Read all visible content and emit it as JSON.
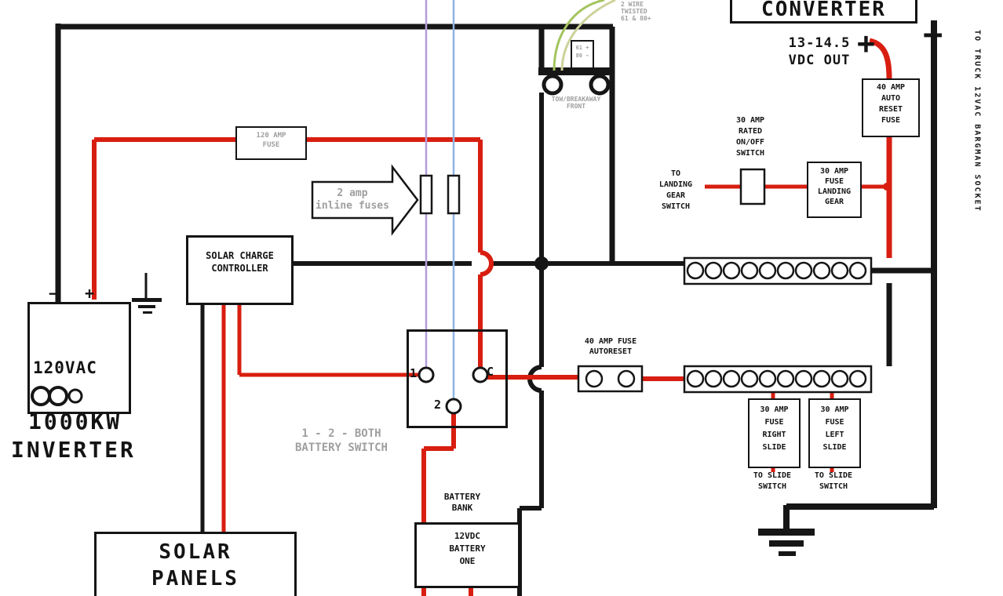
{
  "colors": {
    "wire_red": "#d81e10",
    "wire_black": "#161616",
    "wire_purple": "#b39dd8",
    "wire_blue": "#8fb3e3",
    "wire_green": "#a3c45e",
    "wire_olive": "#cdd29b",
    "muted_gray": "#9f9f9f"
  },
  "converter": {
    "title": "CONVERTER",
    "output": [
      "13-14.5",
      "VDC OUT"
    ],
    "plus": "+",
    "minus": "−"
  },
  "bargman": {
    "label": "TO TRUCK 12VAC BARGMAN SOCKET"
  },
  "auto_reset_fuse": {
    "lines": [
      "40 AMP",
      "AUTO",
      "RESET",
      "FUSE"
    ]
  },
  "onoff_switch": {
    "lines": [
      "30 AMP",
      "RATED",
      "ON/OFF",
      "SWITCH"
    ]
  },
  "to_landing_gear": {
    "lines": [
      "TO",
      "LANDING",
      "GEAR",
      "SWITCH"
    ]
  },
  "landing_gear_fuse": {
    "lines": [
      "30 AMP",
      "FUSE",
      "LANDING",
      "GEAR"
    ]
  },
  "autoreset_40_fuse": {
    "lines": [
      "40 AMP FUSE",
      "AUTORESET"
    ]
  },
  "right_slide_fuse": {
    "lines": [
      "30 AMP",
      "FUSE",
      "RIGHT",
      "SLIDE"
    ]
  },
  "left_slide_fuse": {
    "lines": [
      "30 AMP",
      "FUSE",
      "LEFT",
      "SLIDE"
    ]
  },
  "to_slide_switch_right": {
    "lines": [
      "TO SLIDE",
      "SWITCH"
    ]
  },
  "to_slide_switch_left": {
    "lines": [
      "TO SLIDE",
      "SWITCH"
    ]
  },
  "tow_breakaway": {
    "lines": [
      "TOW/BREAKAWAY",
      "FRONT"
    ],
    "terminals": [
      "61 +",
      "80 −"
    ],
    "note": [
      "2 WIRE",
      "TWISTED",
      "61 & 80+"
    ]
  },
  "fuse_120": {
    "lines": [
      "120 AMP",
      "FUSE"
    ]
  },
  "inline_fuses": {
    "lines": [
      "2 amp",
      "inline fuses"
    ]
  },
  "solar_controller": {
    "lines": [
      "SOLAR CHARGE",
      "CONTROLLER"
    ]
  },
  "inverter": {
    "voltage": "120VAC",
    "power": "1000KW",
    "name": "INVERTER",
    "plus": "+",
    "minus": "−"
  },
  "solar_panels": {
    "lines": [
      "SOLAR",
      "PANELS"
    ]
  },
  "battery_switch": {
    "t1": "1",
    "t2": "2",
    "tc": "C",
    "caption": [
      "1 - 2 - BOTH",
      "BATTERY SWITCH"
    ]
  },
  "battery_bank": {
    "label": [
      "BATTERY",
      "BANK"
    ],
    "battery_one": [
      "12VDC",
      "BATTERY",
      "ONE"
    ]
  }
}
